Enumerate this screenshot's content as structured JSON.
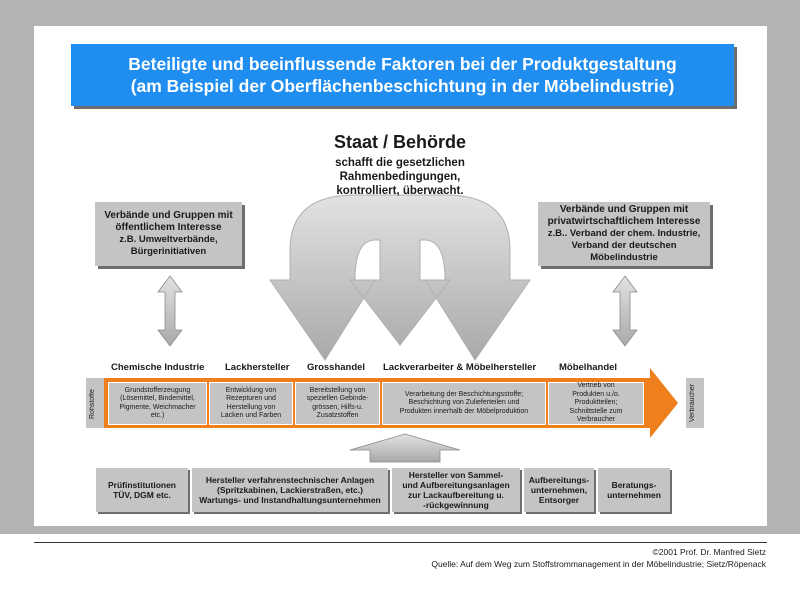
{
  "title": {
    "line1": "Beteiligte und beeinflussende Faktoren bei der Produktgestaltung",
    "line2": "(am Beispiel der Oberflächenbeschichtung in der Möbelindustrie)"
  },
  "staat": {
    "heading": "Staat / Behörde",
    "line1": "schafft die gesetzlichen",
    "line2": "Rahmenbedingungen,",
    "line3": "kontrolliert, überwacht."
  },
  "left_group": {
    "line1": "Verbände und Gruppen mit",
    "line2": "öffentlichem Interesse",
    "line3": "z.B. Umweltverbände,",
    "line4": "Bürgerinitiativen"
  },
  "right_group": {
    "line1": "Verbände und Gruppen mit",
    "line2": "privatwirtschaftlichem Interesse",
    "line3": "z.B.. Verband der chem. Industrie,",
    "line4": "Verband der deutschen",
    "line5": "Möbelindustrie"
  },
  "chain": {
    "start": "Rohstoffe",
    "end": "Verbraucher",
    "labels": [
      "Chemische Industrie",
      "Lackhersteller",
      "Grosshandel",
      "Lackverarbeiter & Möbelhersteller",
      "Möbelhandel"
    ],
    "stages": [
      [
        "Grundstofferzeugung",
        "(Lösemittel, Bindemittel,",
        "Pigmente, Weichmacher",
        "etc.)"
      ],
      [
        "Entwicklung von",
        "Rezepturen und",
        "Herstellung von",
        "Lacken  und Farben"
      ],
      [
        "Bereitstellung von",
        "speziellen Gebinde-",
        "grössen, Hilfs-u.",
        "Zusatzstoffen"
      ],
      [
        "Verarbeitung der Beschichtungsstoffe;",
        "Beschichtung von Zulieferteilen und",
        "Produkten innerhalb der Möbelproduktion"
      ],
      [
        "Vertrieb von",
        "Produkten u./o.",
        "Produktteilen;",
        "Schnittstelle zum",
        "Verbraucher"
      ]
    ]
  },
  "bottom": [
    [
      "Prüfinstitutionen",
      "TÜV, DGM etc."
    ],
    [
      "Hersteller verfahrenstechnischer Anlagen",
      "(Spritzkabinen, Lackierstraßen, etc.)",
      "Wartungs- und Instandhaltungsunternehmen"
    ],
    [
      "Hersteller  von Sammel-",
      "und  Aufbereitungsanlagen",
      "zur Lackaufbereitung u.",
      "-rückgewinnung"
    ],
    [
      "Aufbereitungs-",
      "unternehmen,",
      "Entsorger"
    ],
    [
      "Beratungs-",
      "unternehmen"
    ]
  ],
  "footer": {
    "copyright": "©2001 Prof. Dr. Manfred Sietz",
    "source": "Quelle: Auf dem Weg zum Stoffstrommanagement in der Möbelindustrie; Sietz/Röpenack"
  },
  "colors": {
    "title_bg": "#1f8ef0",
    "box_gray": "#c4c4c4",
    "arrow_orange": "#ee7f1a",
    "frame_gray": "#b3b3b3"
  }
}
